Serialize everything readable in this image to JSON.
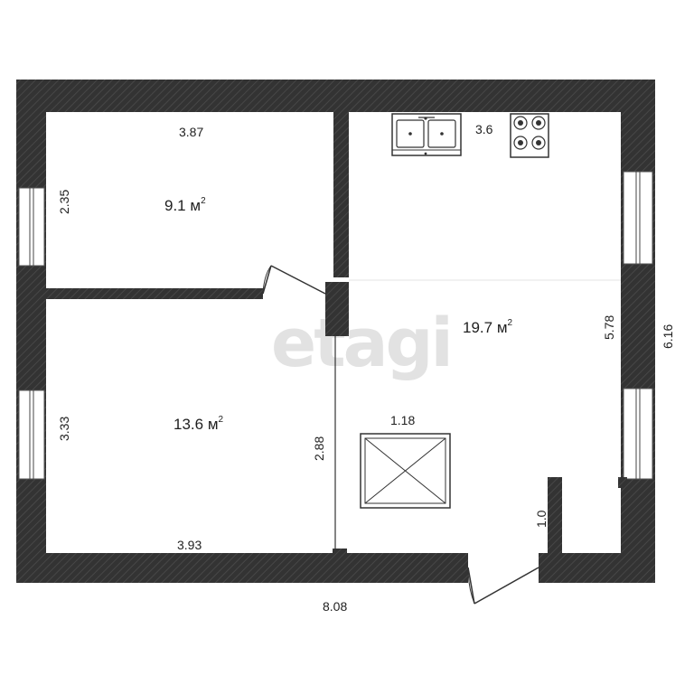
{
  "watermark": "etagi",
  "rooms": {
    "bedroom_small": {
      "area": "9.1",
      "unit": "м",
      "sup": "2"
    },
    "bedroom_large": {
      "area": "13.6",
      "unit": "м",
      "sup": "2"
    },
    "living_kitchen": {
      "area": "19.7",
      "unit": "м",
      "sup": "2"
    }
  },
  "dimensions": {
    "small_room_width": "3.87",
    "small_room_depth": "2.35",
    "large_room_depth": "3.33",
    "large_room_width": "3.93",
    "partition_length": "2.88",
    "kitchen_width": "3.6",
    "hatch_width": "1.18",
    "right_room_depth": "5.78",
    "total_depth": "6.16",
    "entrance_width": "1.0",
    "total_width": "8.08"
  },
  "colors": {
    "wall": "#3a3a3a",
    "background": "#ffffff"
  }
}
